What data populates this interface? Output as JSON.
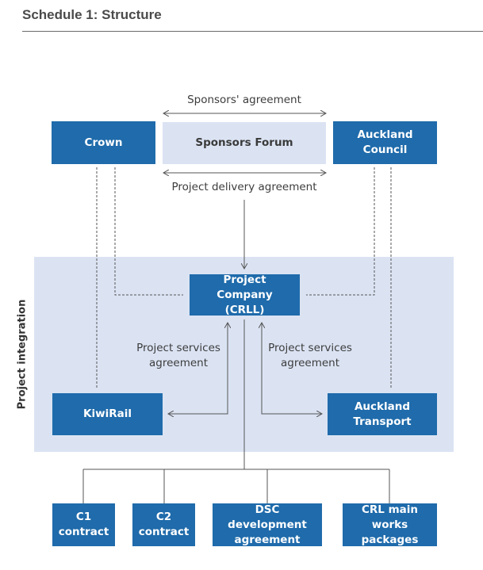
{
  "header": {
    "title": "Schedule 1:  Structure"
  },
  "diagram": {
    "side_label": "Project integration",
    "nodes": {
      "crown": "Crown",
      "sponsors_forum": "Sponsors Forum",
      "auckland_council": "Auckland Council",
      "project_company": "Project Company (CRLL)",
      "kiwirail": "KiwiRail",
      "auckland_transport": "Auckland Transport",
      "c1": "C1 contract",
      "c2": "C2 contract",
      "dsc": "DSC development agreement",
      "crl": "CRL main works packages"
    },
    "edge_labels": {
      "sponsors_agreement": "Sponsors' agreement",
      "project_delivery_agreement": "Project delivery agreement",
      "project_services_left": "Project services agreement",
      "project_services_right": "Project services agreement"
    },
    "colors": {
      "node_fill": "#1f6bab",
      "node_text": "#ffffff",
      "integration_fill": "#dbe3f3",
      "line": "#555555"
    }
  }
}
